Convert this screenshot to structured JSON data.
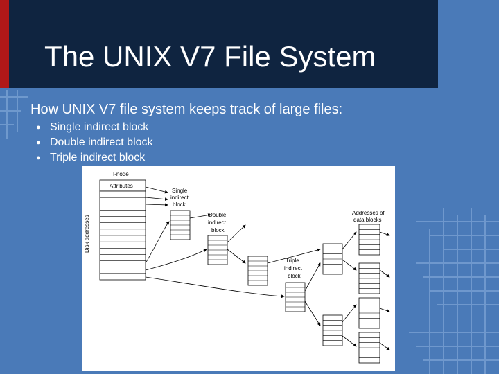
{
  "slide": {
    "title": "The UNIX V7 File System",
    "subtitle": "How UNIX V7 file system keeps track of large files:",
    "bullets": [
      "Single indirect block",
      "Double indirect block",
      "Triple indirect block"
    ]
  },
  "diagram": {
    "inode_label": "I-node",
    "attributes_label": "Attributes",
    "disk_addresses_label": "Disk addresses",
    "single_label": [
      "Single",
      "indirect",
      "block"
    ],
    "double_label": [
      "Double",
      "indirect",
      "block"
    ],
    "triple_label": [
      "Triple",
      "indirect",
      "block"
    ],
    "data_blocks_label": [
      "Addresses of",
      "data blocks"
    ]
  },
  "colors": {
    "background": "#4a7ab8",
    "title_bar": "#0f2440",
    "accent_red": "#b01818"
  }
}
